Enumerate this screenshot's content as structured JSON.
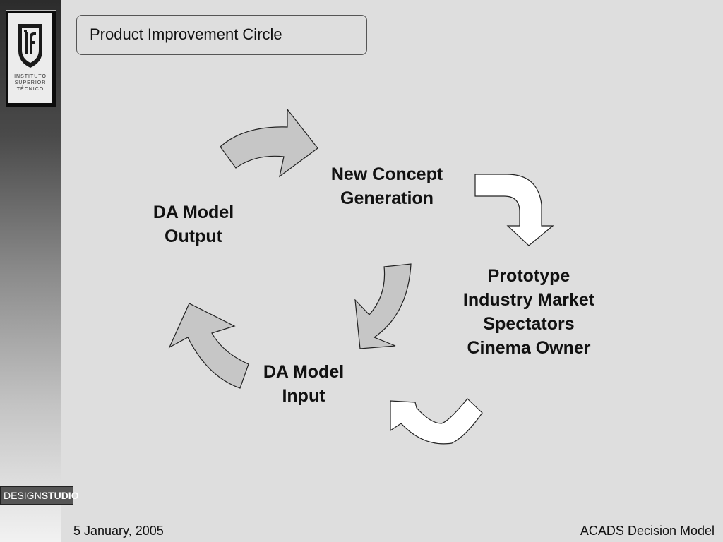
{
  "slide": {
    "title": "Product Improvement Circle",
    "footer_date": "5 January, 2005",
    "footer_title": "ACADS Decision Model"
  },
  "branding": {
    "logo_text": "INSTITUTO\nSUPERIOR\nTÉCNICO",
    "studio_part1": "DESIGN",
    "studio_part2": "STUDIO"
  },
  "diagram": {
    "nodes": [
      {
        "id": "new-concept",
        "label": "New Concept Generation"
      },
      {
        "id": "prototype",
        "label": "Prototype Industry Market Spectators Cinema Owner"
      },
      {
        "id": "da-input",
        "label": "DA Model Input"
      },
      {
        "id": "da-output",
        "label": "DA Model Output"
      }
    ],
    "arrow_colors": {
      "gray": "#c6c6c6",
      "white": "#ffffff",
      "stroke": "#222222"
    }
  }
}
